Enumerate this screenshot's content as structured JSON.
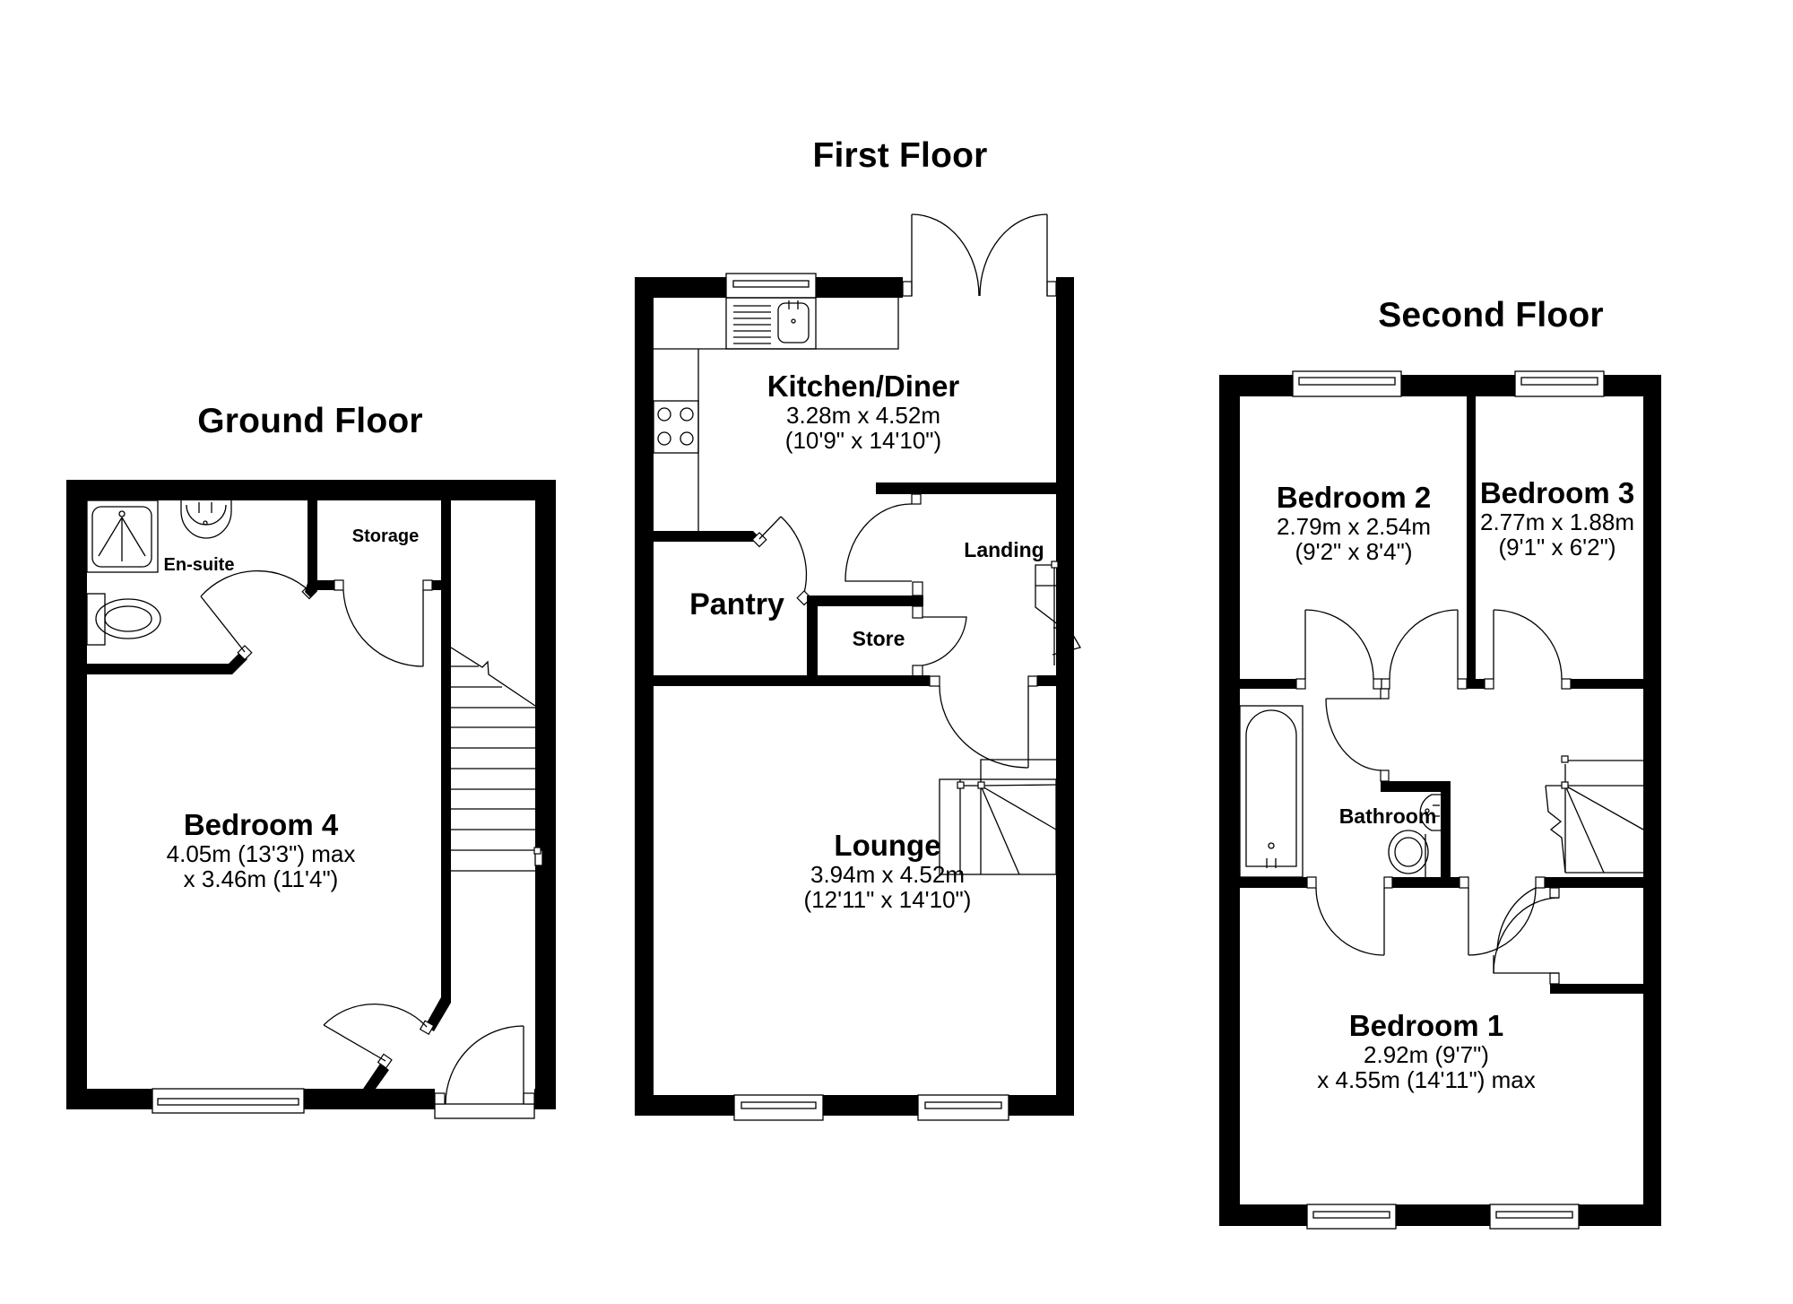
{
  "floors": {
    "ground": {
      "title": "Ground Floor",
      "rooms": {
        "bedroom4": {
          "name": "Bedroom 4",
          "dim1": "4.05m (13'3\") max",
          "dim2": "x 3.46m (11'4\")"
        },
        "ensuite": {
          "name": "En-suite"
        },
        "storage": {
          "name": "Storage"
        }
      }
    },
    "first": {
      "title": "First Floor",
      "rooms": {
        "kitchen": {
          "name": "Kitchen/Diner",
          "dim1": "3.28m x 4.52m",
          "dim2": "(10'9\" x 14'10\")"
        },
        "pantry": {
          "name": "Pantry"
        },
        "store": {
          "name": "Store"
        },
        "landing": {
          "name": "Landing"
        },
        "lounge": {
          "name": "Lounge",
          "dim1": "3.94m x 4.52m",
          "dim2": "(12'11\" x 14'10\")"
        }
      }
    },
    "second": {
      "title": "Second Floor",
      "rooms": {
        "bedroom2": {
          "name": "Bedroom 2",
          "dim1": "2.79m x 2.54m",
          "dim2": "(9'2\" x 8'4\")"
        },
        "bedroom3": {
          "name": "Bedroom 3",
          "dim1": "2.77m x 1.88m",
          "dim2": "(9'1\" x 6'2\")"
        },
        "bathroom": {
          "name": "Bathroom"
        },
        "bedroom1": {
          "name": "Bedroom 1",
          "dim1": "2.92m (9'7\")",
          "dim2": "x 4.55m (14'11\") max"
        }
      }
    }
  },
  "colors": {
    "wall": "#000000",
    "background": "#ffffff",
    "line": "#000000"
  }
}
